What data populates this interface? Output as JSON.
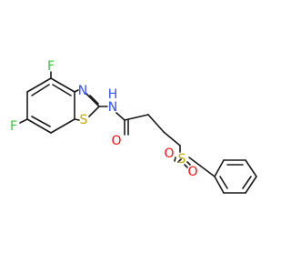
{
  "atoms": {
    "F1": {
      "label": "F",
      "color": "#33cc33"
    },
    "F2": {
      "label": "F",
      "color": "#33cc33"
    },
    "N1": {
      "label": "N",
      "color": "#3050f8"
    },
    "S1": {
      "label": "S",
      "color": "#c9a800"
    },
    "NH": {
      "label": "N",
      "color": "#3050f8"
    },
    "H": {
      "label": "H",
      "color": "#3050f8"
    },
    "O1": {
      "label": "O",
      "color": "#ff0d0d"
    },
    "S2": {
      "label": "S",
      "color": "#c9a800"
    },
    "O2": {
      "label": "O",
      "color": "#ff0d0d"
    },
    "O3": {
      "label": "O",
      "color": "#ff0d0d"
    }
  }
}
